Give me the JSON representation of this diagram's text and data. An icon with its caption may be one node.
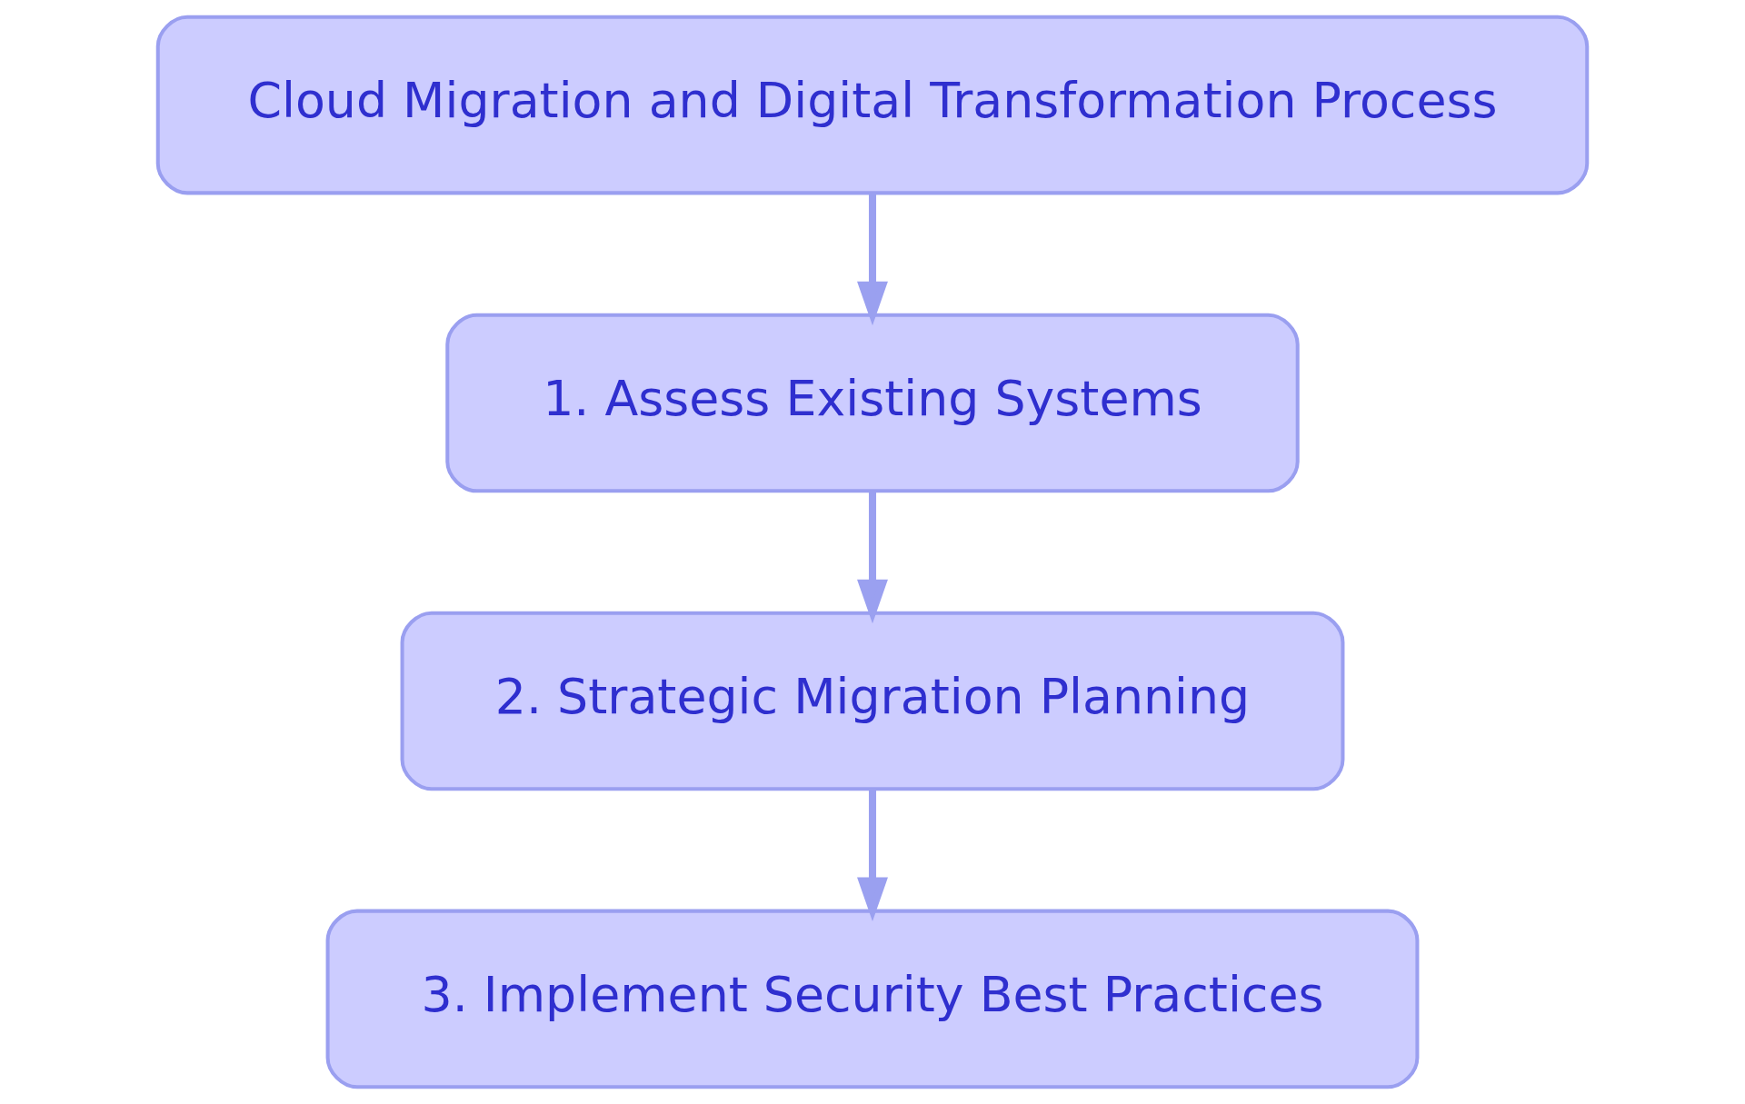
{
  "diagram": {
    "nodes": [
      {
        "text": [
          "Cloud Migration and Digital Transformation Process"
        ]
      },
      {
        "text": [
          "1. Assess Existing Systems"
        ]
      },
      {
        "text": [
          "2. Strategic Migration Planning"
        ]
      },
      {
        "text": [
          "3. Implement Security Best Practices"
        ]
      }
    ],
    "edges": [
      {
        "from": 0,
        "to": 1,
        "arrow": "to"
      },
      {
        "from": 1,
        "to": 2,
        "arrow": "to"
      },
      {
        "from": 2,
        "to": 3,
        "arrow": "to"
      }
    ]
  }
}
